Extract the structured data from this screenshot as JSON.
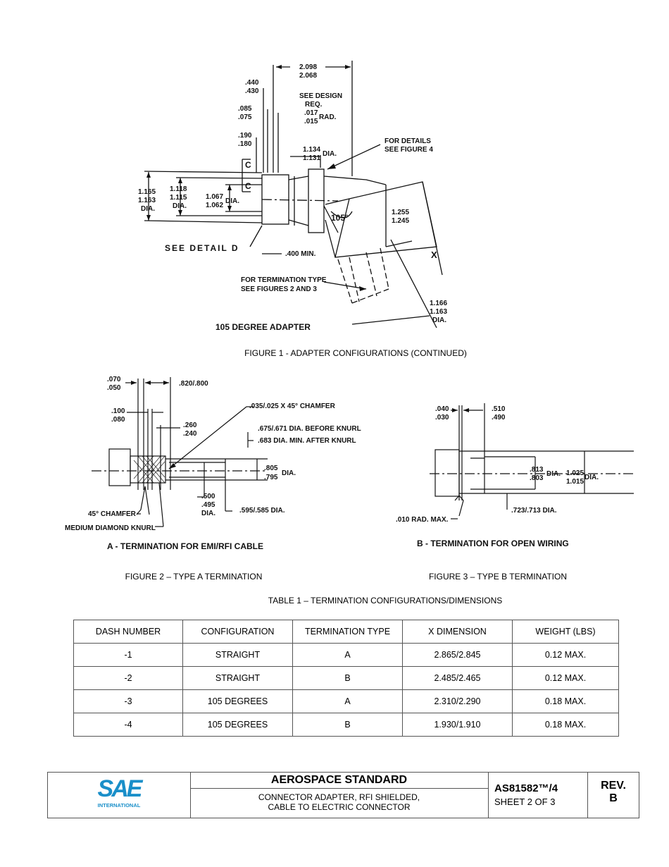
{
  "figure1": {
    "dims": {
      "d2098": "2.098",
      "d2068": "2.068",
      "d440": ".440",
      "d430": ".430",
      "d085": ".085",
      "d075": ".075",
      "see_design": "SEE DESIGN",
      "req": "REQ.",
      "d017": ".017",
      "d015": ".015",
      "rad": "RAD.",
      "d190": ".190",
      "d180": ".180",
      "for_details": "FOR DETAILS",
      "see_fig4": "SEE FIGURE 4",
      "d1134": "1.134",
      "d1131": "1.131",
      "dia": "DIA.",
      "c": "C",
      "d1165": "1.165",
      "d1163": "1.163",
      "d1118": "1.118",
      "d1115": "1.115",
      "d1067": "1.067",
      "d1062": "1.062",
      "angle": "105°",
      "d1255": "1.255",
      "d1245": "1.245",
      "x": "X",
      "see_detail_d": "SEE DETAIL D",
      "d400min": ".400 MIN.",
      "for_term_type": "FOR TERMINATION TYPE",
      "see_fig23": "SEE FIGURES 2 AND 3",
      "d1166": "1.166",
      "d1163b": "1.163",
      "label": "105 DEGREE ADAPTER"
    },
    "caption": "FIGURE 1 - ADAPTER CONFIGURATIONS (CONTINUED)"
  },
  "figure2": {
    "dims": {
      "d070": ".070",
      "d050": ".050",
      "d820": ".820/.800",
      "d100": ".100",
      "d080": ".080",
      "d260": ".260",
      "d240": ".240",
      "chamfer035": ".035/.025 X 45° CHAMFER",
      "before_knurl": ".675/.671 DIA. BEFORE KNURL",
      "after_knurl": ".683 DIA. MIN. AFTER KNURL",
      "d805": ".805",
      "d795": ".795",
      "dia": "DIA.",
      "d500": ".500",
      "d495": ".495",
      "d595": ".595/.585 DIA.",
      "chamfer45": "45° CHAMFER",
      "knurl": "MEDIUM DIAMOND KNURL",
      "label": "A - TERMINATION FOR EMI/RFI CABLE"
    },
    "caption": "FIGURE 2 – TYPE A TERMINATION"
  },
  "figure3": {
    "dims": {
      "d040": ".040",
      "d030": ".030",
      "d510": ".510",
      "d490": ".490",
      "d813": ".813",
      "d803": ".803",
      "dia": "DIA.",
      "d1025": "1.025",
      "d1015": "1.015",
      "d723": ".723/.713 DIA.",
      "rad010": ".010 RAD. MAX.",
      "label": "B - TERMINATION FOR OPEN WIRING"
    },
    "caption": "FIGURE 3 – TYPE B TERMINATION"
  },
  "table1": {
    "title": "TABLE 1 – TERMINATION CONFIGURATIONS/DIMENSIONS",
    "headers": [
      "DASH NUMBER",
      "CONFIGURATION",
      "TERMINATION TYPE",
      "X DIMENSION",
      "WEIGHT (LBS)"
    ],
    "rows": [
      [
        "-1",
        "STRAIGHT",
        "A",
        "2.865/2.845",
        "0.12 MAX."
      ],
      [
        "-2",
        "STRAIGHT",
        "B",
        "2.485/2.465",
        "0.12 MAX."
      ],
      [
        "-3",
        "105 DEGREES",
        "A",
        "2.310/2.290",
        "0.18 MAX."
      ],
      [
        "-4",
        "105 DEGREES",
        "B",
        "1.930/1.910",
        "0.18 MAX."
      ]
    ]
  },
  "title_block": {
    "logo_text": "SAE",
    "logo_sub": "INTERNATIONAL",
    "logo_color": "#1a8fc9",
    "standard": "AEROSPACE STANDARD",
    "description_line1": "CONNECTOR ADAPTER, RFI SHIELDED,",
    "description_line2": "CABLE TO ELECTRIC CONNECTOR",
    "doc_number": "AS81582™/4",
    "sheet": "SHEET 2 OF 3",
    "rev_label": "REV.",
    "rev_value": "B"
  }
}
